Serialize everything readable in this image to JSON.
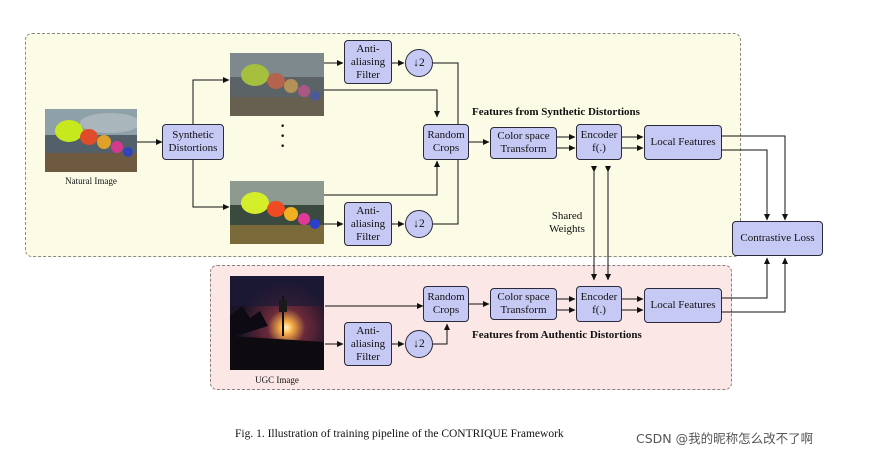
{
  "sections": {
    "synthetic_label": "Features from Synthetic Distortions",
    "authentic_label": "Features from Authentic Distortions"
  },
  "images": {
    "natural_image_caption": "Natural Image",
    "ugc_image_caption": "UGC Image"
  },
  "nodes": {
    "synthetic_distortions": "Synthetic\nDistortions",
    "anti_aliasing_filter": "Anti-\naliasing\nFilter",
    "downsample": "↓2",
    "random_crops": "Random\nCrops",
    "color_space_transform": "Color space\nTransform",
    "encoder": "Encoder\nf(.)",
    "local_features": "Local Features",
    "contrastive_loss": "Contrastive Loss",
    "shared_weights": "Shared\nWeights"
  },
  "ellipsis": "·\n·\n·",
  "caption": "Fig. 1.   Illustration of training pipeline of the CONTRIQUE Framework",
  "watermark": "CSDN @我的昵称怎么改不了啊",
  "colors": {
    "node_fill": "#c7c9f5",
    "synthetic_region": "#fcfbe6",
    "authentic_region": "#fbe7e6"
  }
}
